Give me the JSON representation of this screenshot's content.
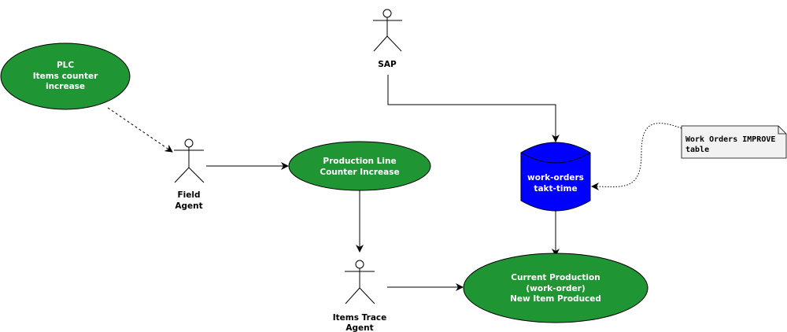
{
  "colors": {
    "usecase": "#1f9533",
    "database": "#0000ff",
    "note": "#f2f2f2"
  },
  "usecases": {
    "plc": [
      "PLC",
      "Items counter",
      "increase"
    ],
    "production_line": [
      "Production Line",
      "Counter Increase"
    ],
    "current_production": [
      "Current Production",
      "(work-order)",
      "New Item Produced"
    ]
  },
  "actors": {
    "field_agent": [
      "Field",
      "Agent"
    ],
    "items_trace_agent": [
      "Items Trace",
      "Agent"
    ],
    "sap": [
      "SAP"
    ]
  },
  "database": [
    "work-orders",
    "takt-time"
  ],
  "note": [
    "Work Orders IMPROVE",
    "table"
  ]
}
